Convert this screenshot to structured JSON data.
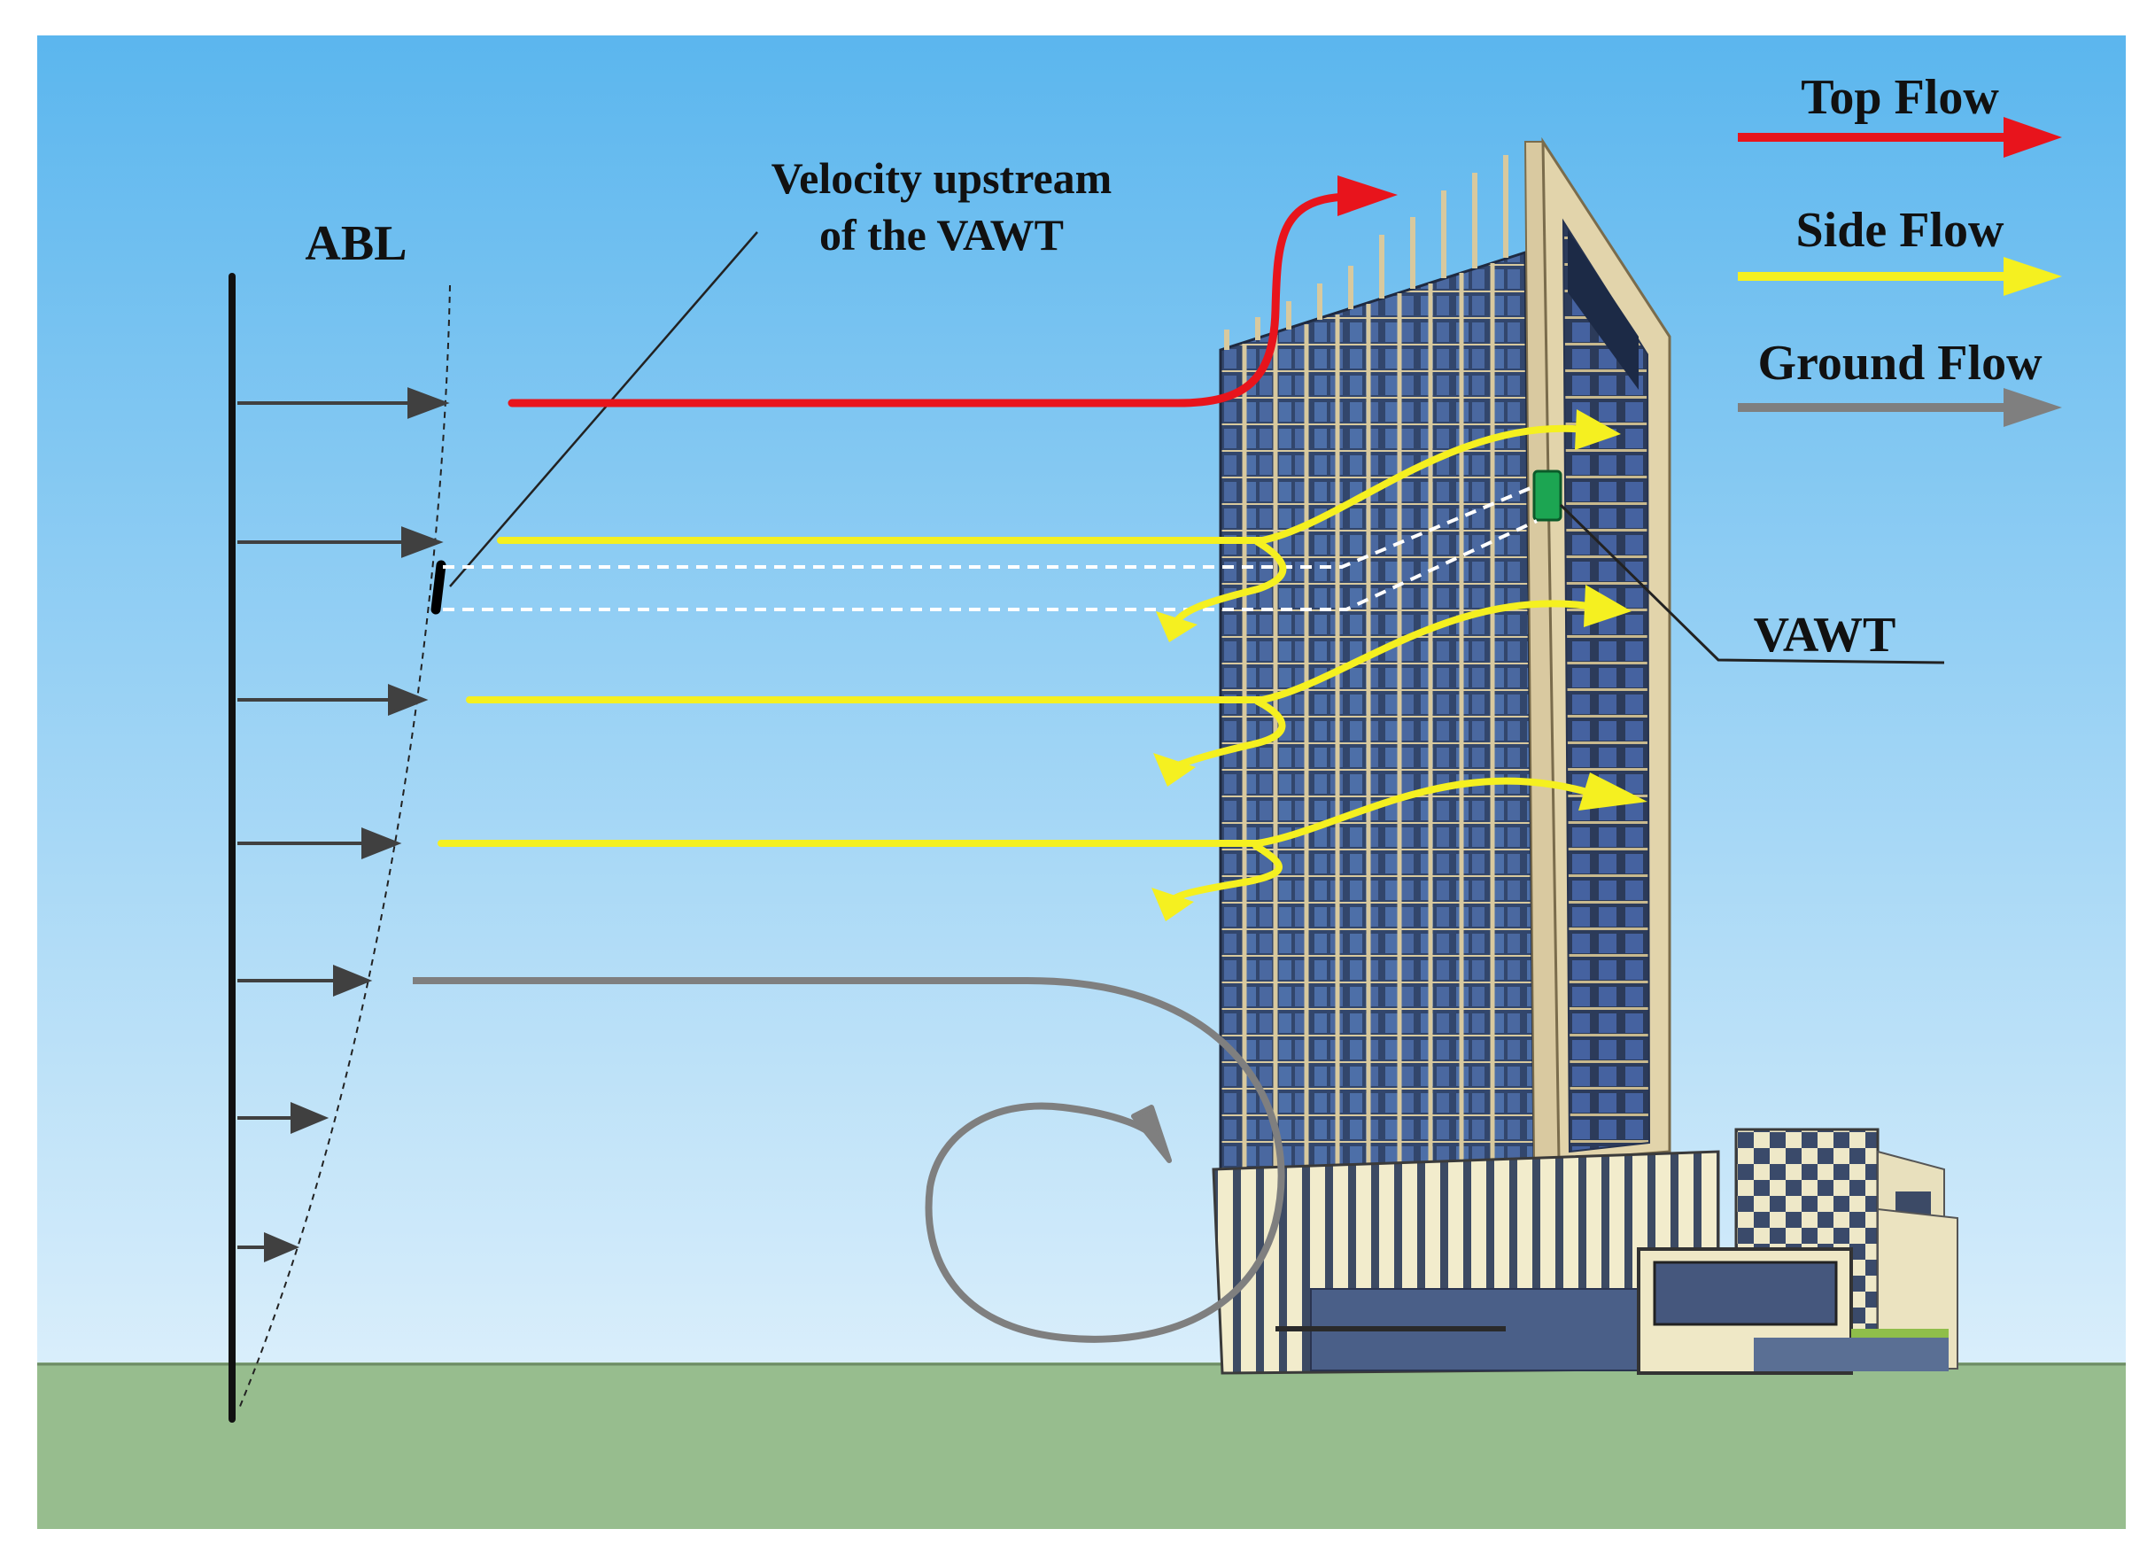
{
  "labels": {
    "abl": "ABL",
    "velocity_line1": "Velocity upstream",
    "velocity_line2": "of  the VAWT",
    "vawt": "VAWT"
  },
  "legend": {
    "items": [
      {
        "label": "Top Flow",
        "color": "#e8141c"
      },
      {
        "label": "Side Flow",
        "color": "#f5f020"
      },
      {
        "label": "Ground Flow",
        "color": "#7f7f7f"
      }
    ]
  },
  "colors": {
    "sky_top": "#5bb6ee",
    "sky_bottom": "#d9eefb",
    "ground": "#97bd8e",
    "top_flow": "#e8141c",
    "side_flow": "#f5f020",
    "ground_flow": "#7f7f7f",
    "profile_arrow": "#404040",
    "tower_glass": "#34466a",
    "tower_frame": "#d9c9a0",
    "turbine": "#1ca552"
  },
  "icons": [
    "vawt-turbine-icon",
    "building-icon"
  ]
}
